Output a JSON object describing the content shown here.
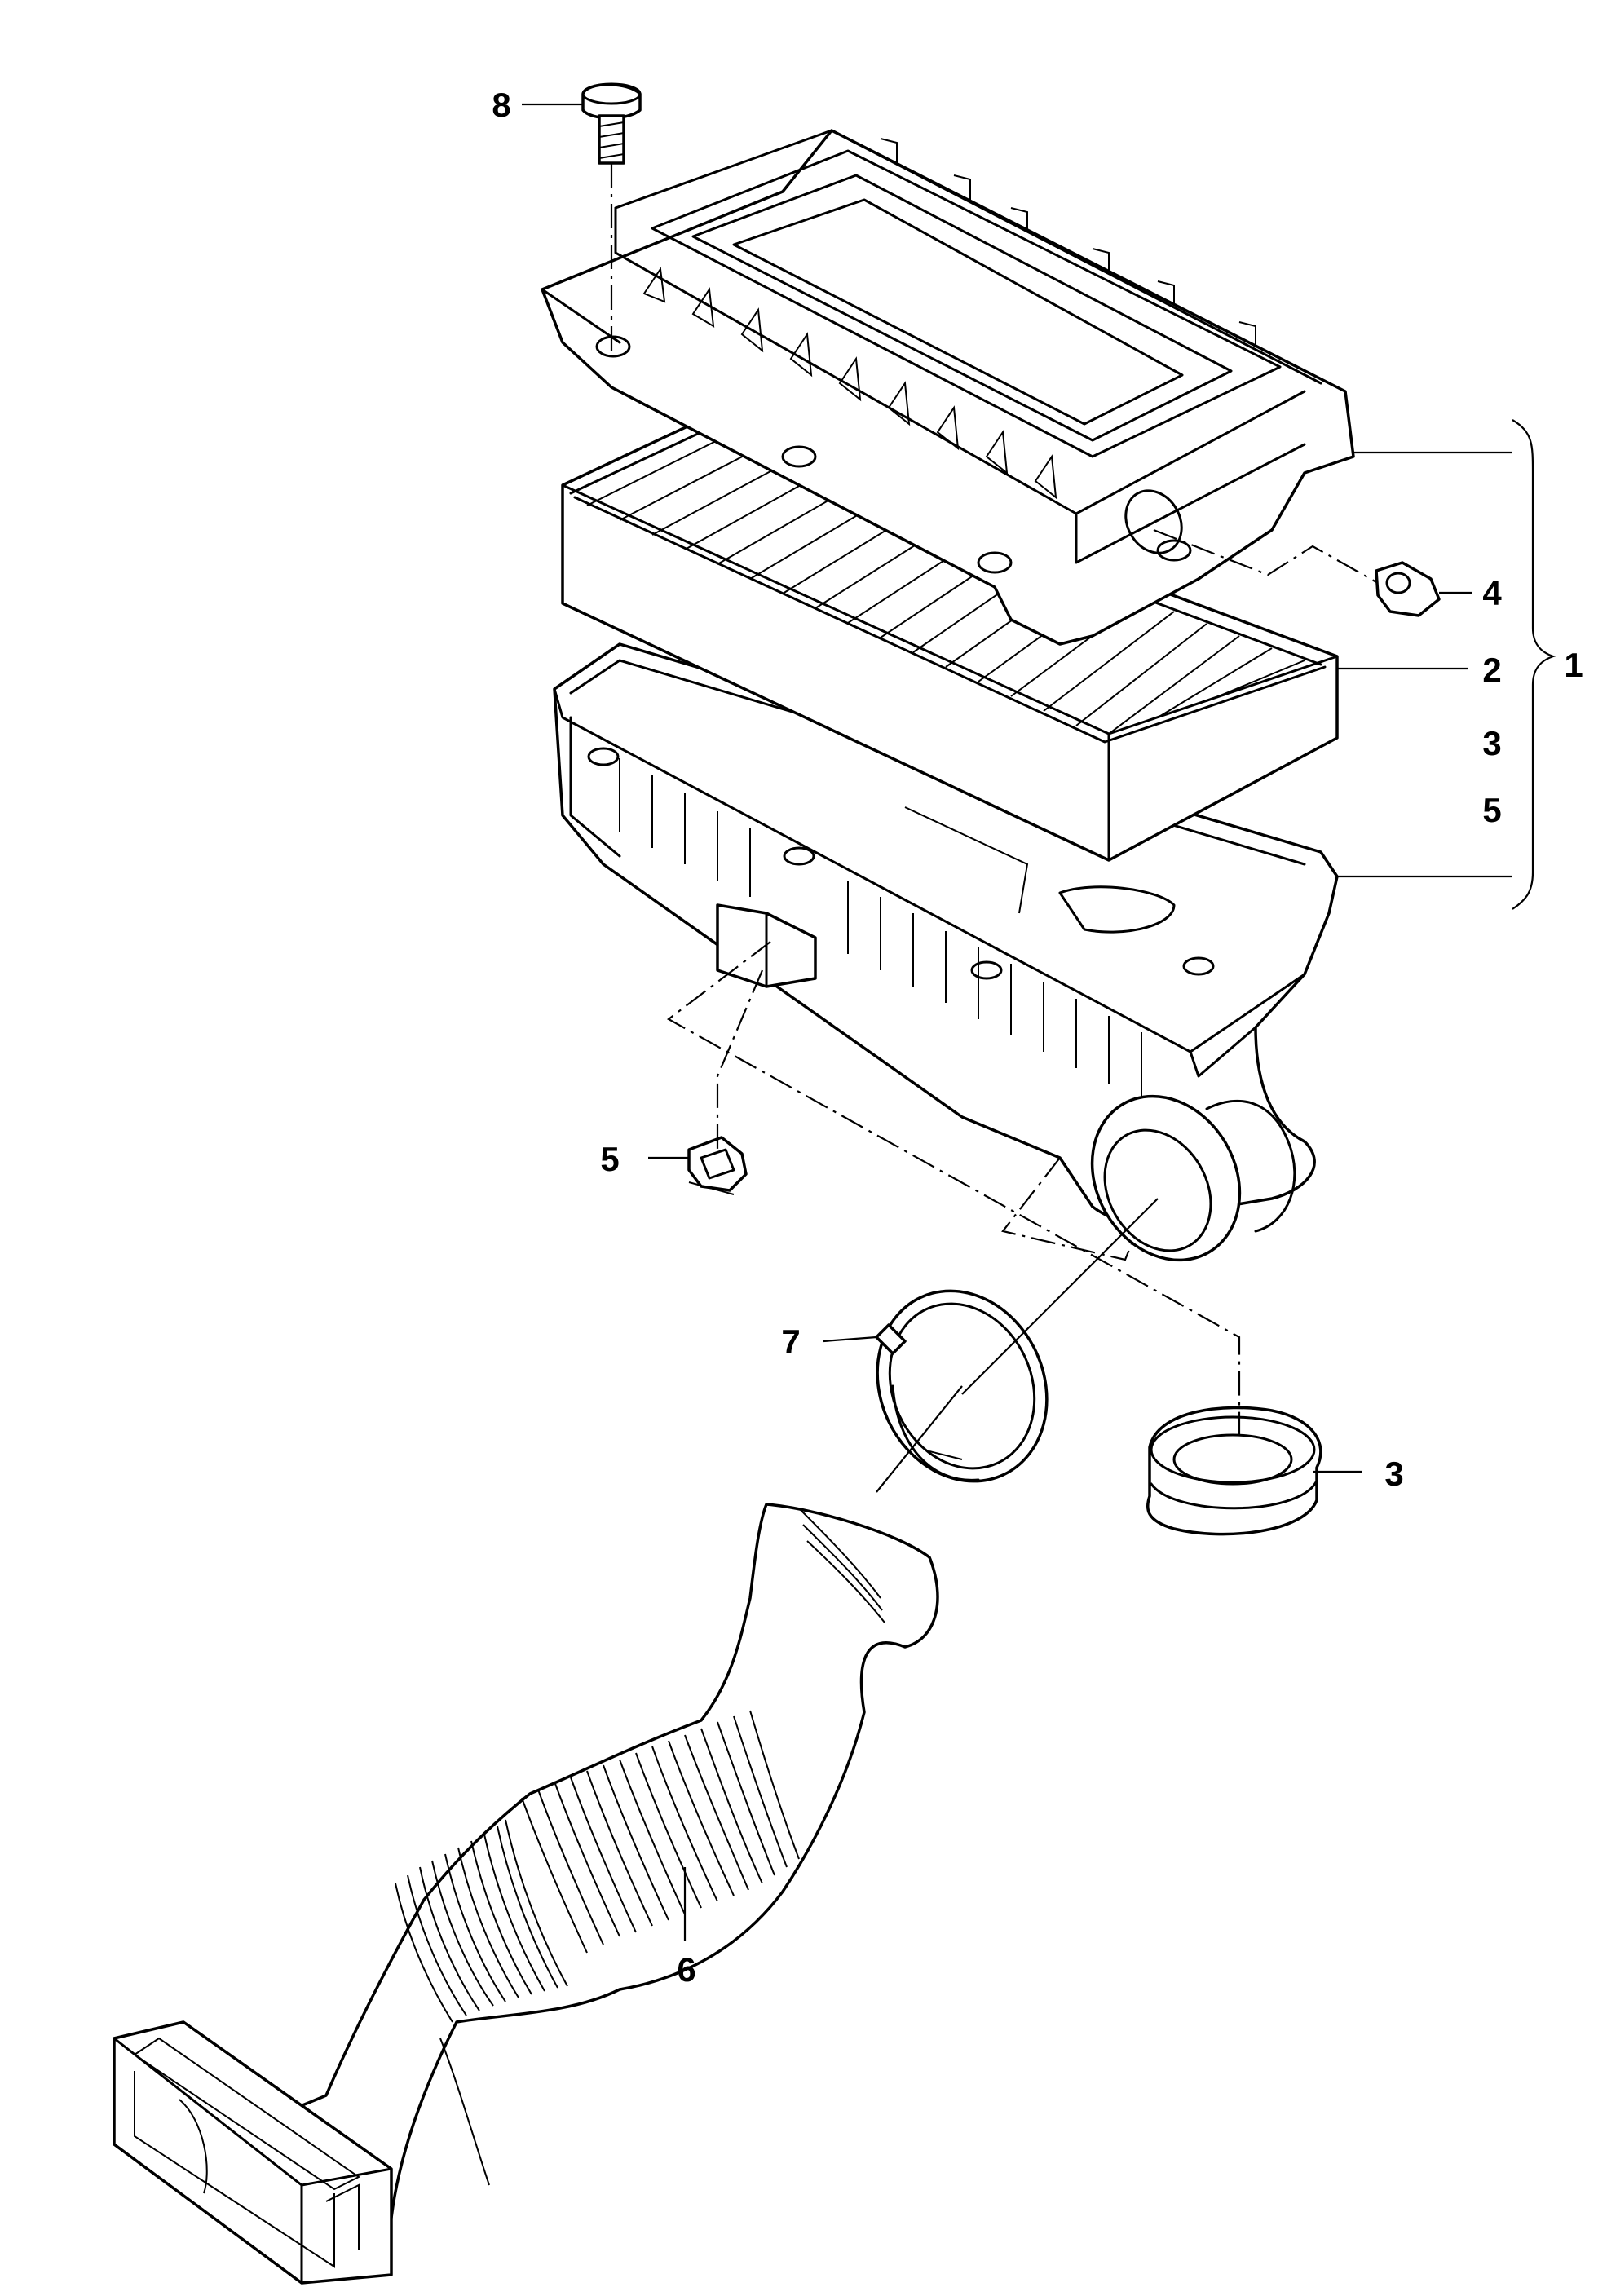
{
  "callouts": [
    {
      "id": "c8",
      "label": "8"
    },
    {
      "id": "c4",
      "label": "4"
    },
    {
      "id": "c2",
      "label": "2"
    },
    {
      "id": "c1",
      "label": "1"
    },
    {
      "id": "c3a",
      "label": "3"
    },
    {
      "id": "c5a",
      "label": "5"
    },
    {
      "id": "c5b",
      "label": "5"
    },
    {
      "id": "c7",
      "label": "7"
    },
    {
      "id": "c3b",
      "label": "3"
    },
    {
      "id": "c6",
      "label": "6"
    }
  ]
}
